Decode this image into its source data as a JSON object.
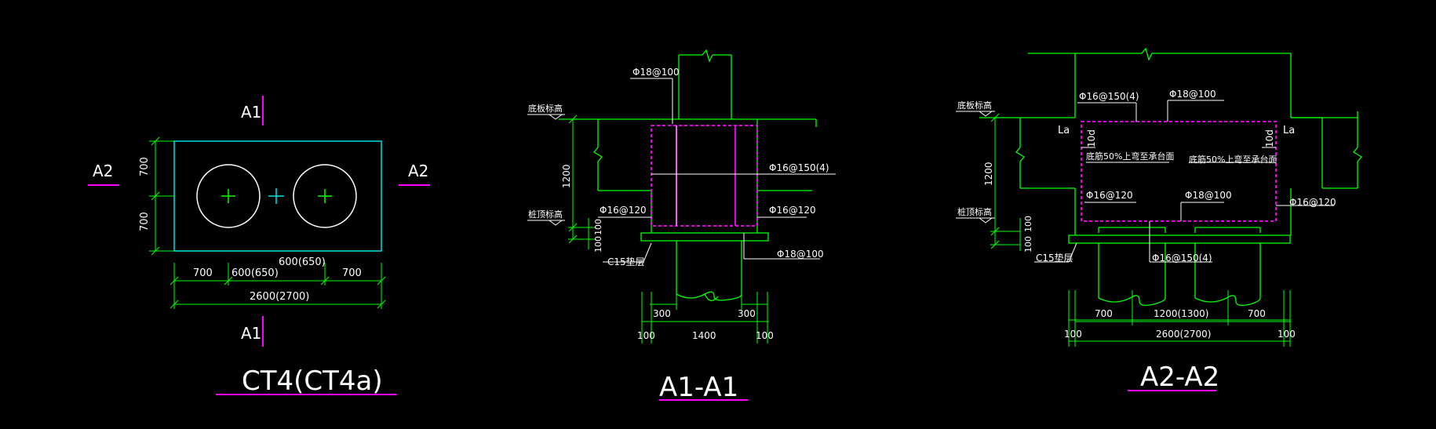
{
  "plan": {
    "title": "CT4(CT4a)",
    "section_a1_top": "A1",
    "section_a1_bottom": "A1",
    "section_a2_left": "A2",
    "section_a2_right": "A2",
    "dim_top_half": "700",
    "dim_bottom_half": "700",
    "dim_left": "700",
    "dim_mid_left": "600(650)",
    "dim_mid_right": "600(650)",
    "dim_right": "700",
    "dim_total": "2600(2700)"
  },
  "a1": {
    "title": "A1-A1",
    "label_bottom_elev": "底板标高",
    "label_top_elev": "桩顶标高",
    "rebar_top": "Φ18@100",
    "rebar_side": "Φ16@150(4)",
    "rebar_left": "Φ16@120",
    "rebar_right": "Φ16@120",
    "rebar_bottom": "Φ18@100",
    "cushion": "C15垫层",
    "dim_height": "1200",
    "dim_small_1": "100",
    "dim_small_2": "100",
    "dim_300_left": "300",
    "dim_300_right": "300",
    "dim_100_left": "100",
    "dim_1400": "1400",
    "dim_100_right": "100"
  },
  "a2": {
    "title": "A2-A2",
    "label_bottom_elev": "底板标高",
    "label_top_elev": "桩顶标高",
    "rebar_top_left": "Φ16@150(4)",
    "rebar_top_right": "Φ18@100",
    "la_left": "La",
    "la_right": "La",
    "ten_d_left": "10d",
    "ten_d_right": "10d",
    "note_left": "底筋50%上弯至承台面",
    "note_right": "底筋50%上弯至承台面",
    "rebar_mid_left": "Φ16@120",
    "rebar_mid_center": "Φ18@100",
    "rebar_mid_right": "Φ16@120",
    "rebar_bottom": "Φ16@150(4)",
    "cushion": "C15垫层",
    "dim_height": "1200",
    "dim_small_1": "100",
    "dim_small_2": "100",
    "dim_left": "700",
    "dim_center": "1200(1300)",
    "dim_right": "700",
    "dim_100_left": "100",
    "dim_total": "2600(2700)",
    "dim_100_right": "100"
  },
  "colors": {
    "background": "#000000",
    "dim_line": "#00ff00",
    "cap_outline": "#00e0e0",
    "rebar_magenta": "#ff00ff",
    "text": "#ffffff"
  }
}
